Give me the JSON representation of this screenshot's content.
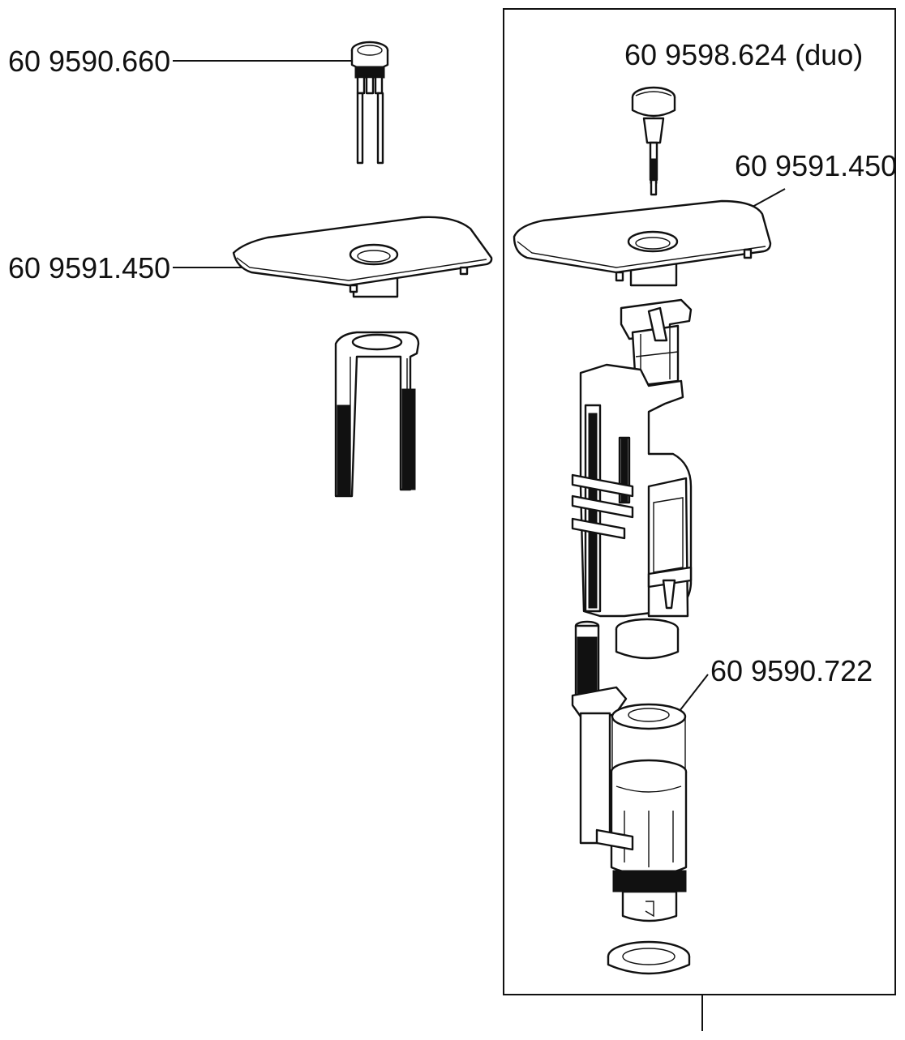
{
  "labels": {
    "flush_button_left": "60 9590.660",
    "cover_plate_left": "60 9591.450",
    "flush_button_duo": "60 9598.624 (duo)",
    "cover_plate_right": "60 9591.450",
    "seal_ring": "60 9590.722"
  },
  "colors": {
    "line": "#111111",
    "background": "#ffffff",
    "shade": "#d6d6d6"
  }
}
